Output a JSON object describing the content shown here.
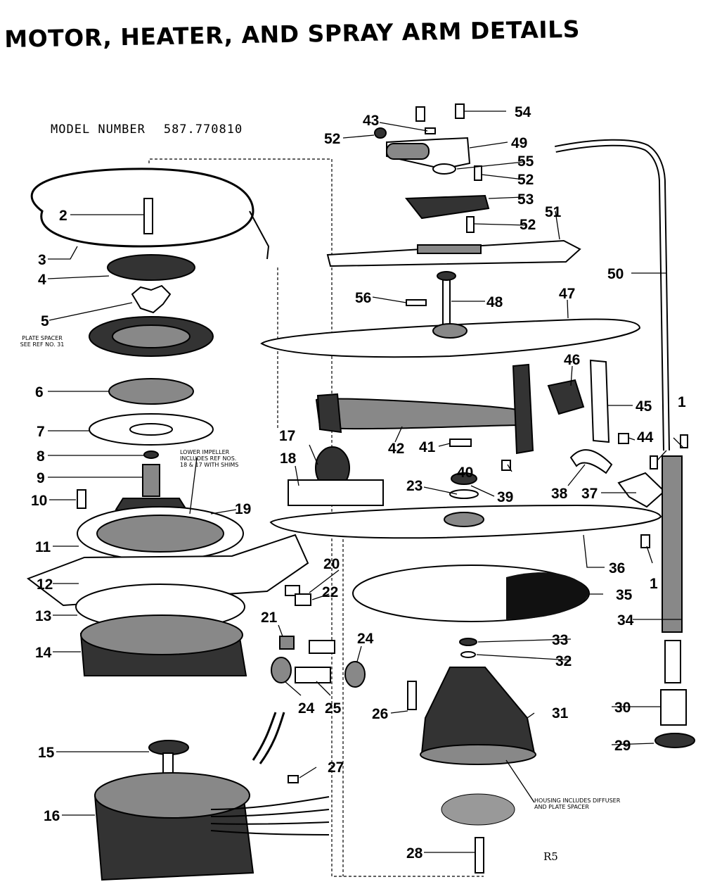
{
  "title": "MOTOR, HEATER, AND SPRAY ARM DETAILS",
  "model": {
    "label": "MODEL NUMBER",
    "number": "587.770810"
  },
  "notes": {
    "plate_spacer": [
      "PLATE SPACER",
      "SEE REF NO. 31"
    ],
    "lower_impeller": [
      "LOWER IMPELLER",
      "INCLUDES REF NOS.",
      "18 & 17 WITH SHIMS"
    ],
    "housing": [
      "HOUSING INCLUDES DIFFUSER",
      "AND PLATE SPACER"
    ]
  },
  "page_ref": "R5",
  "callouts": {
    "c2": "2",
    "c3": "3",
    "c4": "4",
    "c5": "5",
    "c6": "6",
    "c7": "7",
    "c8": "8",
    "c9": "9",
    "c10": "10",
    "c11": "11",
    "c12": "12",
    "c13": "13",
    "c14": "14",
    "c15": "15",
    "c16": "16",
    "c17": "17",
    "c18": "18",
    "c19": "19",
    "c20": "20",
    "c21": "21",
    "c22": "22",
    "c23": "23",
    "c24a": "24",
    "c24b": "24",
    "c25": "25",
    "c26": "26",
    "c27": "27",
    "c28": "28",
    "c29": "29",
    "c30": "30",
    "c31": "31",
    "c32": "32",
    "c33": "33",
    "c34": "34",
    "c35": "35",
    "c36": "36",
    "c37": "37",
    "c38": "38",
    "c39": "39",
    "c40": "40",
    "c41": "41",
    "c42": "42",
    "c43": "43",
    "c44": "44",
    "c45": "45",
    "c46": "46",
    "c47": "47",
    "c48": "48",
    "c49": "49",
    "c50": "50",
    "c51": "51",
    "c52a": "52",
    "c52b": "52",
    "c52c": "52",
    "c53": "53",
    "c54": "54",
    "c55": "55",
    "c56": "56",
    "c1a": "1",
    "c1b": "1"
  }
}
